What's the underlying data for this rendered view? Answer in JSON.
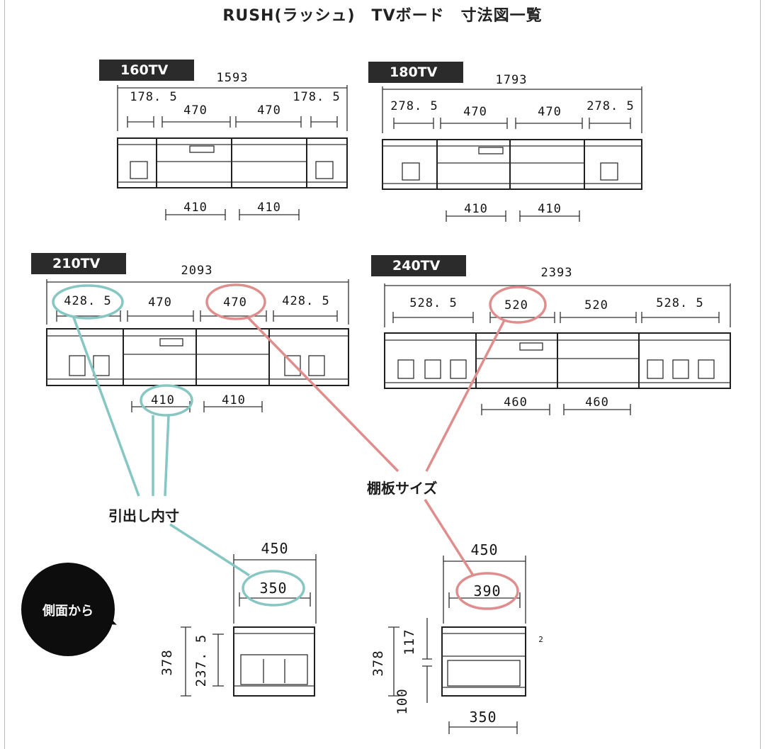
{
  "title": "RUSH(ラッシュ)　TVボード　寸法図一覧",
  "models": [
    {
      "tag": "160TV",
      "overall": "1593",
      "top_dims": [
        "178. 5",
        "470",
        "470",
        "178. 5"
      ],
      "bottom_dims": [
        "410",
        "410"
      ]
    },
    {
      "tag": "180TV",
      "overall": "1793",
      "top_dims": [
        "278. 5",
        "470",
        "470",
        "278. 5"
      ],
      "bottom_dims": [
        "410",
        "410"
      ]
    },
    {
      "tag": "210TV",
      "overall": "2093",
      "top_dims": [
        "428. 5",
        "470",
        "470",
        "428. 5"
      ],
      "bottom_dims": [
        "410",
        "410"
      ]
    },
    {
      "tag": "240TV",
      "overall": "2393",
      "top_dims": [
        "528. 5",
        "520",
        "520",
        "528. 5"
      ],
      "bottom_dims": [
        "460",
        "460"
      ]
    }
  ],
  "callouts": {
    "shelf_size": "棚板サイズ",
    "drawer_inner": "引出し内寸"
  },
  "side_view": {
    "label": "側面から",
    "left": {
      "depth": "450",
      "inner": "350",
      "height": "378",
      "inner_height": "237. 5"
    },
    "right": {
      "depth": "450",
      "inner": "390",
      "height": "378",
      "upper": "117",
      "lower": "100",
      "bottom": "350",
      "small": "2"
    }
  },
  "colors": {
    "drawer_marker": "#86c6c3",
    "shelf_marker": "#e08d8d",
    "tag_background": "#2b2b2b"
  }
}
